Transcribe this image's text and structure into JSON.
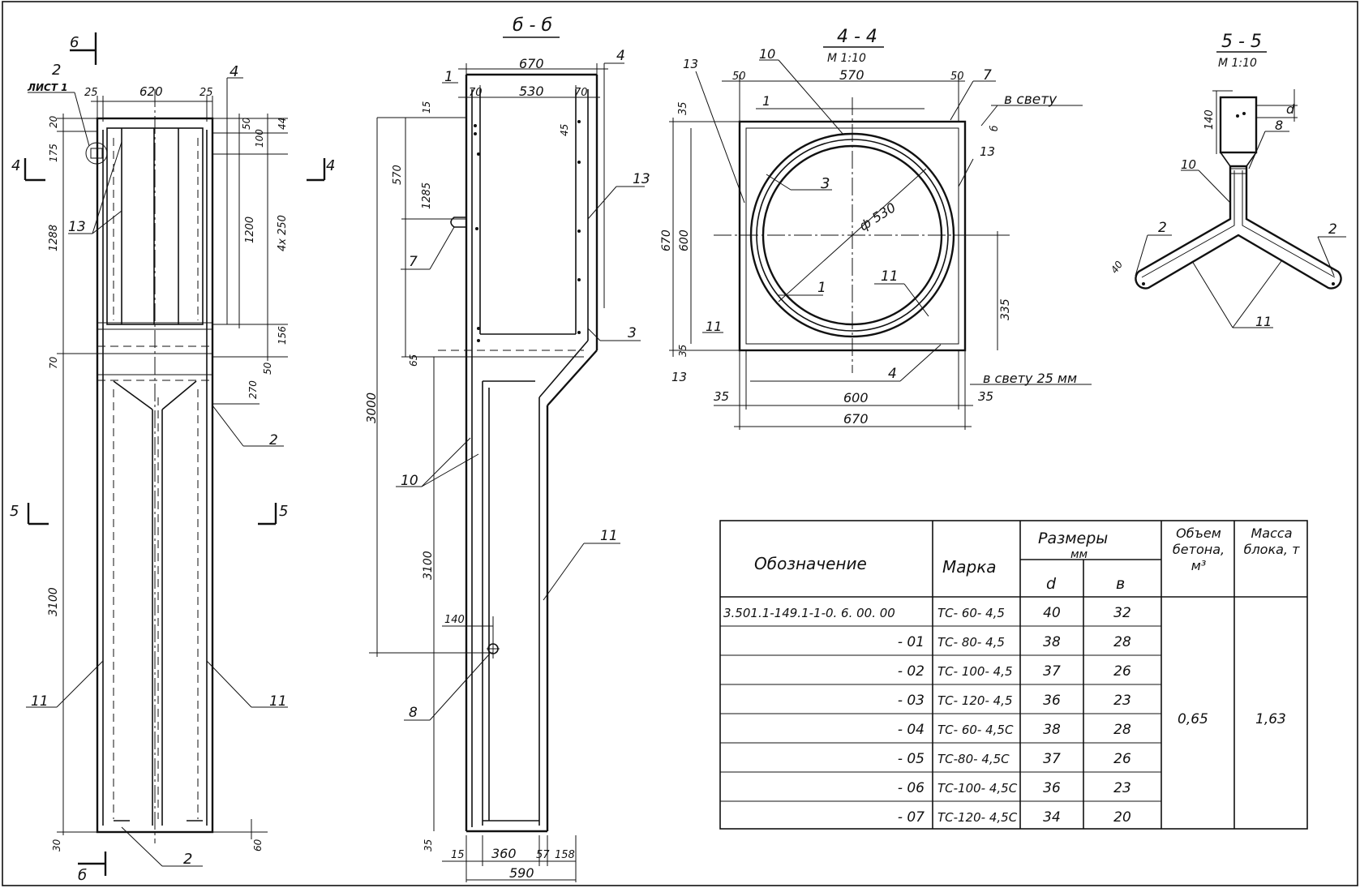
{
  "sections": {
    "left": {
      "title_6": "6",
      "title_4": "4",
      "title_5": "5",
      "title_b": "б",
      "callout_2": "2",
      "sheet": "ЛИСТ 1",
      "callout_4": "4",
      "callout_13": "13",
      "callout_2b": "2",
      "callout_11a": "11",
      "callout_11b": "11",
      "callout_2c": "2",
      "dims": {
        "d25a": "25",
        "d620": "620",
        "d25b": "25",
        "d20": "20",
        "d175": "175",
        "d50": "50",
        "d44": "44",
        "d100": "100",
        "d1288": "1288",
        "d1200": "1200",
        "d4x250": "4х 250",
        "d156": "156",
        "d70": "70",
        "d50b": "50",
        "d270": "270",
        "d3100": "3100",
        "d30": "30",
        "d60": "60"
      }
    },
    "mid": {
      "title": "б - б",
      "callout_1": "1",
      "callout_4": "4",
      "callout_13": "13",
      "callout_7": "7",
      "callout_3": "3",
      "callout_10": "10",
      "callout_11": "11",
      "callout_8": "8",
      "dims": {
        "d670": "670",
        "d70a": "70",
        "d530": "530",
        "d70b": "70",
        "d15": "15",
        "d45": "45",
        "d570": "570",
        "d1285": "1285",
        "d65": "65",
        "d3000": "3000",
        "d3100": "3100",
        "d140": "140",
        "d35": "35",
        "d15b": "15",
        "d360": "360",
        "d57": "57",
        "d158": "158",
        "d590": "590"
      }
    },
    "s44": {
      "title": "4 - 4",
      "scale": "М 1:10",
      "callout_10": "10",
      "callout_13a": "13",
      "callout_1a": "1",
      "callout_7": "7",
      "callout_3": "3",
      "callout_13b": "13",
      "callout_1b": "1",
      "callout_11a": "11",
      "callout_11b": "11",
      "callout_4": "4",
      "callout_13c": "13",
      "in_light": "в свету",
      "in_light_25": "в свету 25 мм",
      "phi": "ф 530",
      "dims": {
        "d50a": "50",
        "d570": "570",
        "d50b": "50",
        "d35a": "35",
        "d670": "670",
        "d600v": "600",
        "d35b": "35",
        "d335": "335",
        "d35c": "35",
        "d600": "600",
        "d35d": "35",
        "d670b": "670",
        "d_d": "б"
      }
    },
    "s55": {
      "title": "5 - 5",
      "scale": "М 1:10",
      "callout_d": "d",
      "callout_8": "8",
      "callout_10": "10",
      "callout_2a": "2",
      "callout_2b": "2",
      "callout_11": "11",
      "dims": {
        "d140": "140",
        "d40": "40"
      }
    }
  },
  "table": {
    "headers": {
      "designation": "Обозначение",
      "mark": "Марка",
      "sizes": "Размеры",
      "sizes_unit": "мм",
      "d": "d",
      "b": "в",
      "volume": "Объем бетона, м³",
      "mass": "Масса блока, т"
    },
    "rows": [
      {
        "designation": "3.501.1-149.1-1-0. 6. 00. 00",
        "mark": "ТС- 60- 4,5",
        "d": "40",
        "b": "32"
      },
      {
        "designation": "- 01",
        "mark": "ТС- 80- 4,5",
        "d": "38",
        "b": "28"
      },
      {
        "designation": "- 02",
        "mark": "ТС- 100- 4,5",
        "d": "37",
        "b": "26"
      },
      {
        "designation": "- 03",
        "mark": "ТС- 120- 4,5",
        "d": "36",
        "b": "23"
      },
      {
        "designation": "- 04",
        "mark": "ТС- 60- 4,5С",
        "d": "38",
        "b": "28"
      },
      {
        "designation": "- 05",
        "mark": "ТС-80- 4,5С",
        "d": "37",
        "b": "26"
      },
      {
        "designation": "- 06",
        "mark": "ТС-100- 4,5С",
        "d": "36",
        "b": "23"
      },
      {
        "designation": "- 07",
        "mark": "ТС-120- 4,5С",
        "d": "34",
        "b": "20"
      }
    ],
    "volume": "0,65",
    "mass": "1,63"
  }
}
